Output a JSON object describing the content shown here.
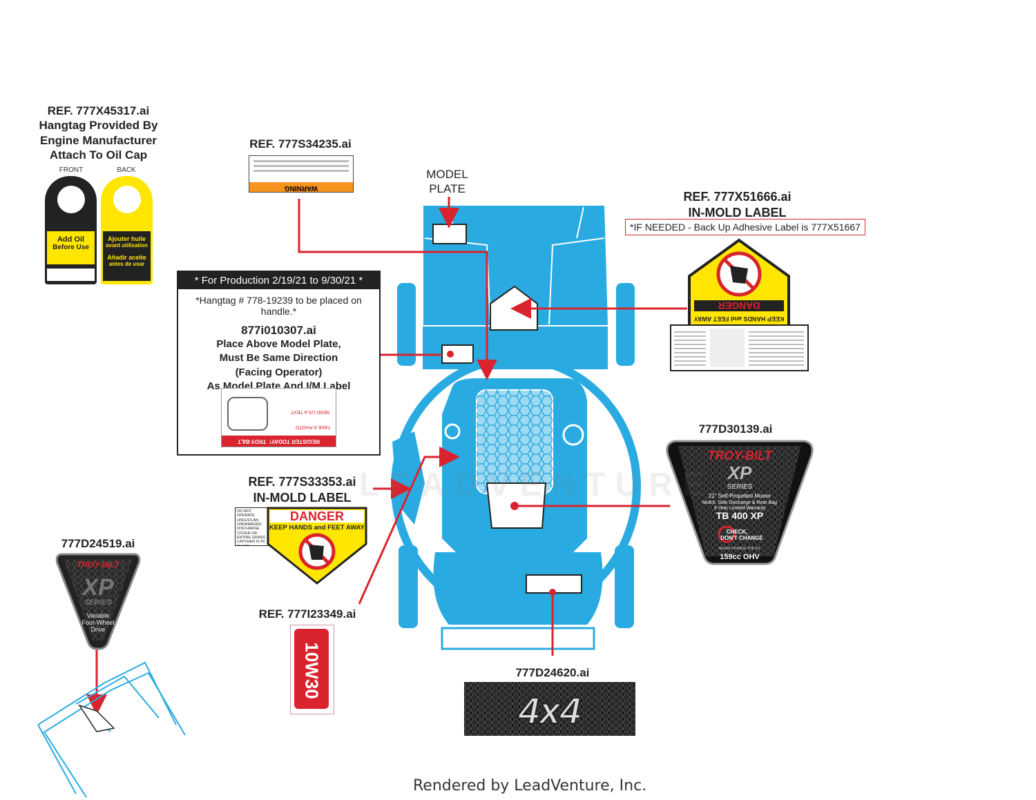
{
  "hangtag": {
    "ref": "REF. 777X45317.ai",
    "line1": "Hangtag Provided By",
    "line2": "Engine Manufacturer",
    "line3": "Attach To Oil Cap",
    "front_label": "FRONT",
    "back_label": "BACK",
    "front_text1": "Add Oil",
    "front_text2": "Before Use",
    "back_text1": "Ajouter huile",
    "back_text2": "avant utilisation",
    "back_text3": "Añadir aceite",
    "back_text4": "antes de usar"
  },
  "warning_label": {
    "ref": "REF. 777S34235.ai",
    "title": "WARNING"
  },
  "model_plate": {
    "line1": "MODEL",
    "line2": "PLATE"
  },
  "in_mold_top": {
    "ref": "REF. 777X51666.ai",
    "subtitle": "IN-MOLD LABEL",
    "note": "*IF NEEDED - Back Up Adhesive Label is 777X51667",
    "danger": "DANGER",
    "keep_hands": "KEEP HANDS and FEET AWAY"
  },
  "production_box": {
    "header": "* For Production 2/19/21 to 9/30/21 *",
    "note": "*Hangtag # 778-19239 to be placed on handle.*",
    "ref": "877i010307.ai",
    "lines": [
      "Place Above Model Plate,",
      "Must Be Same Direction",
      "(Facing Operator)",
      "As Model Plate And I/M Label"
    ],
    "tag_brand": "TROY-BILT",
    "tag_register": "REGISTER TODAY!",
    "tag_photo": "TAKE A PHOTO",
    "tag_text": "SEND US A TEXT"
  },
  "deck_label": {
    "ref": "777D30139.ai",
    "brand": "TROY-BILT",
    "series1": "XP",
    "series2": "SERIES",
    "desc1": "21\" Self-Propelled Mower",
    "desc2": "Mulch, Side Discharge & Rear Bag",
    "warranty": "3-Year Limited Warranty",
    "model": "TB 400 XP",
    "check1": "CHECK,",
    "check2": "DON'T CHANGE",
    "never": "NEVER CHANGE THE OIL",
    "engine": "159cc OHV"
  },
  "side_in_mold": {
    "ref": "REF. 777S33353.ai",
    "subtitle": "IN-MOLD LABEL",
    "danger": "DANGER",
    "keep_hands": "KEEP HANDS and FEET AWAY",
    "side_text": "DO NOT OPERATE UNLESS AN UNDAMAGED DISCHARGE COVER OR ENTIRE GRASS CATCHER IS IN PLACE."
  },
  "handle_label": {
    "ref": "777D24519.ai",
    "brand": "TROY-BILT",
    "series1": "XP",
    "series2": "SERIES",
    "drive1": "Variable",
    "drive2": "Four-Wheel",
    "drive3": "Drive"
  },
  "oil_label": {
    "ref": "REF. 777I23349.ai",
    "text": "10W30"
  },
  "four_label": {
    "ref": "777D24620.ai",
    "text": "4x4"
  },
  "watermark": "LEADVENTURE",
  "footer": "Rendered by LeadVenture, Inc.",
  "colors": {
    "mower_blue": "#29abe2",
    "arrow_red": "#d9232e",
    "danger_yellow": "#ffe600"
  }
}
